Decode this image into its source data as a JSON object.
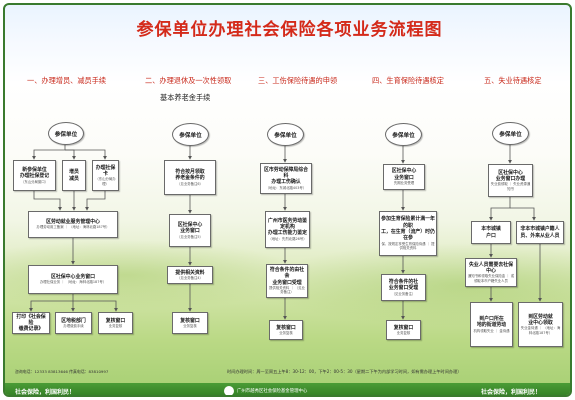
{
  "title": "参保单位办理社会保险各项业务流程图",
  "columns": [
    {
      "head": "一、办理增员、减员手续"
    },
    {
      "head": "二、办理退休及一次性领取",
      "sub": "基本养老金手续"
    },
    {
      "head": "三、工伤保险待遇的申领"
    },
    {
      "head": "四、生育保险待遇核定"
    },
    {
      "head": "五、失业待遇核定"
    }
  ],
  "node_label": "参保单位",
  "nodes": [
    {
      "t": "新参保单位",
      "l2": "办理社保登记",
      "s": "（东山分局窗口）"
    },
    {
      "t": "增员",
      "l2": "减员"
    },
    {
      "t": "办理社保卡",
      "s": "（东山分局办理）"
    },
    {
      "t": "区劳动就业服务管理中心",
      "s": "办理劳动用工备案 ｜ （地址：海林北路187号）"
    },
    {
      "t": "区社保中心业务窗口",
      "s": "办理社保业务 ｜ （地址：海林北路187号）"
    },
    {
      "t": "打印《社会保险",
      "l2": "缴费记录》"
    },
    {
      "t": "区地税部门",
      "s": "办理缴费手续"
    },
    {
      "t": "复核窗口",
      "s": "业务复核"
    },
    {
      "t": "符合按月领取",
      "l2": "养老金条件的",
      "s": "（见业务备注6）"
    },
    {
      "t": "区社保中心",
      "l2": "业务窗口",
      "s": "（见业务备注5）"
    },
    {
      "t": "提供相关资料",
      "s": "（见业务备注4）"
    },
    {
      "t": "复核窗口",
      "s": "业务复核"
    },
    {
      "t": "区市劳动保障局综合科",
      "l2": "办理工伤确认",
      "s": "（地址：东城北路403号）"
    },
    {
      "t": "广州市医务劳动鉴定机构",
      "l2": "办理工伤能力鉴定",
      "s": "（地址：先烈北路26号）"
    },
    {
      "t": "符合条件的由社会",
      "l2": "业务窗口受理",
      "s": "提供相关资料 ｜ （见业务备注）"
    },
    {
      "t": "复核窗口",
      "s": "业务复核"
    },
    {
      "t": "区社保中心",
      "l2": "业务窗口",
      "s": "先期业务受理"
    },
    {
      "t": "参加生育保险累计满一年的职",
      "l2": "工，在生育（流产）时仍在参",
      "s": "保，按规定享受生育保险待遇 ｜ 提供相关资料"
    },
    {
      "t": "符合条件的社",
      "l2": "业务窗口受理",
      "s": "（见业务备注）"
    },
    {
      "t": "复核窗口",
      "s": "业务复核"
    },
    {
      "t": "区社保中心",
      "l2": "业务窗口办理",
      "s": "失业费领取 ｜ 失业资源通知书"
    },
    {
      "t": "本市城镇",
      "l2": "户口"
    },
    {
      "t": "非本市城镇户籍人",
      "l2": "员、外来从业人员"
    },
    {
      "t": "失业人员需要去社保中心",
      "s": "通知书和领取失业保险金 ｜ 或领取本市户籍失业人员"
    },
    {
      "t": "到户口所在",
      "l2": "地的街道劳动",
      "s": "机构领取失业 ｜ 金待遇"
    },
    {
      "t": "到区劳动就",
      "l2": "业中心领取",
      "s": "失业金待遇 ｜ （地址：海林北路187号）"
    }
  ],
  "footer": {
    "info": "咨询电话：12333  83813646    传真电话：83810997",
    "hours": "时间办理时间：周一至周五上午8：30-12：00，下午2：00-5：30（星期二下午为内部学习时间，如有需办理上午时间办理）"
  },
  "bottom_bar": {
    "left": "社会保险，利国利民！",
    "center": "广州市越秀区社会保险基金管理中心",
    "right": "社会保险，利国利民！"
  }
}
